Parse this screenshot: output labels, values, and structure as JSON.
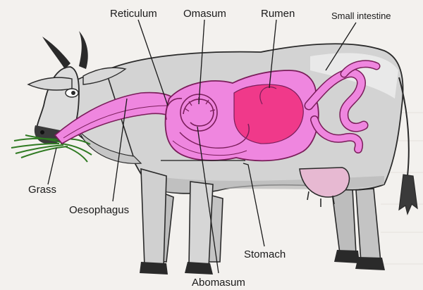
{
  "diagram": {
    "labels": {
      "reticulum": "Reticulum",
      "omasum": "Omasum",
      "rumen": "Rumen",
      "small_intestine": "Small intestine",
      "grass": "Grass",
      "oesophagus": "Oesophagus",
      "stomach": "Stomach",
      "abomasum": "Abomasum"
    },
    "colors": {
      "background": "#f3f1ee",
      "cow_body": "#cfcfcf",
      "cow_shadow": "#a9a9a9",
      "outline": "#2a2a2a",
      "organ_fill": "#ef86df",
      "organ_dark": "#f0398a",
      "organ_outline": "#7a1d5a",
      "grass": "#3f8f2f",
      "udder": "#e7b9d2"
    }
  }
}
